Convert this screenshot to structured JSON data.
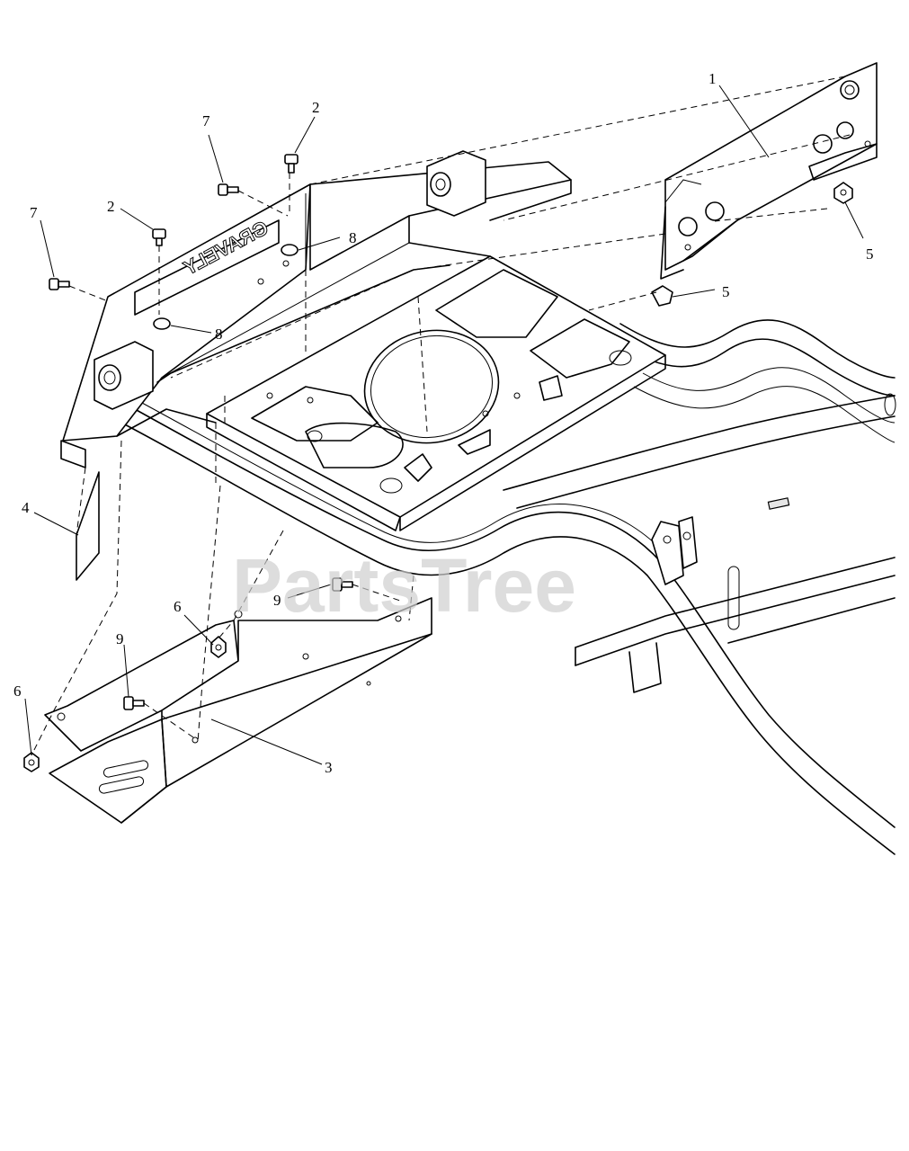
{
  "watermark": "PartsTree",
  "deck_logo": "GRAVELY",
  "callouts": [
    "1",
    "2",
    "2",
    "3",
    "4",
    "5",
    "5",
    "6",
    "6",
    "7",
    "7",
    "8",
    "8",
    "9",
    "9"
  ]
}
